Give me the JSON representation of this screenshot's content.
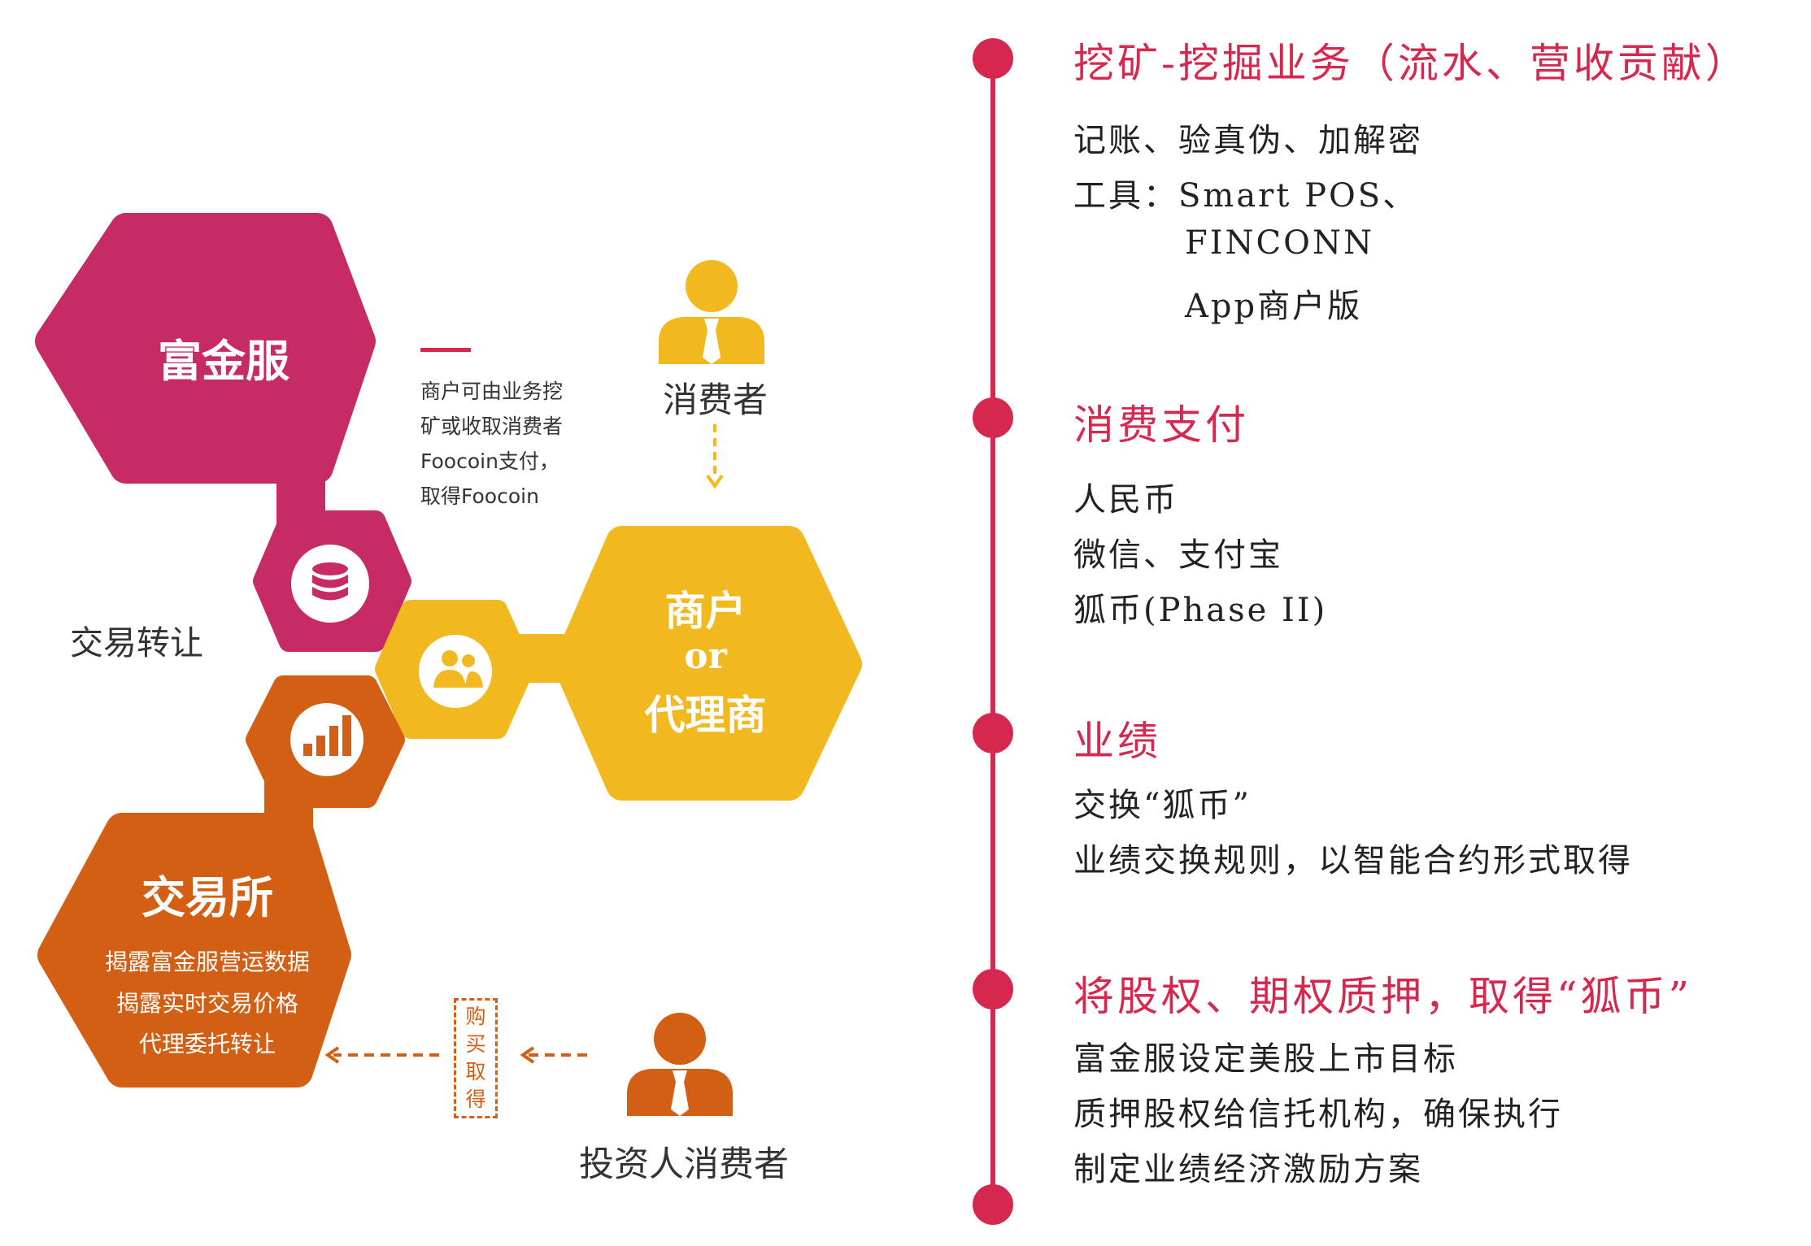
{
  "hexagons": {
    "fujinfu": "富金服",
    "merchant_line1": "商户",
    "merchant_line2": "or",
    "merchant_line3": "代理商",
    "exchange_title": "交易所",
    "exchange_lines": [
      "揭露富金服营运数据",
      "揭露实时交易价格",
      "代理委托转让"
    ]
  },
  "labels": {
    "trade_transfer": "交易转让",
    "consumer": "消费者",
    "investor": "投资人消费者",
    "buy_chars": [
      "购",
      "买",
      "取",
      "得"
    ],
    "note_lines": [
      "商户可由业务挖",
      "矿或收取消费者",
      "Foocoin支付，",
      "取得Foocoin"
    ]
  },
  "colors": {
    "magenta": "#c62b63",
    "yellow": "#f2b81f",
    "orange": "#d35f14",
    "timeline": "#d6284e"
  },
  "icons": [
    "database-icon",
    "users-icon",
    "bar-chart-icon",
    "person-icon"
  ],
  "timeline": [
    {
      "title": "挖矿-挖掘业务（流水、营收贡献）",
      "lines": [
        "记账、验真伪、加解密",
        "工具：Smart POS、",
        "FINCONN",
        "App商户版"
      ]
    },
    {
      "title": "消费支付",
      "lines": [
        "人民币",
        "微信、支付宝",
        "狐币(Phase II)"
      ]
    },
    {
      "title": "业绩",
      "lines": [
        "交换“狐币”",
        "业绩交换规则，以智能合约形式取得"
      ]
    },
    {
      "title": "将股权、期权质押，取得“狐币”",
      "lines": [
        "富金服设定美股上市目标",
        "质押股权给信托机构，确保执行",
        "制定业绩经济激励方案"
      ]
    }
  ]
}
